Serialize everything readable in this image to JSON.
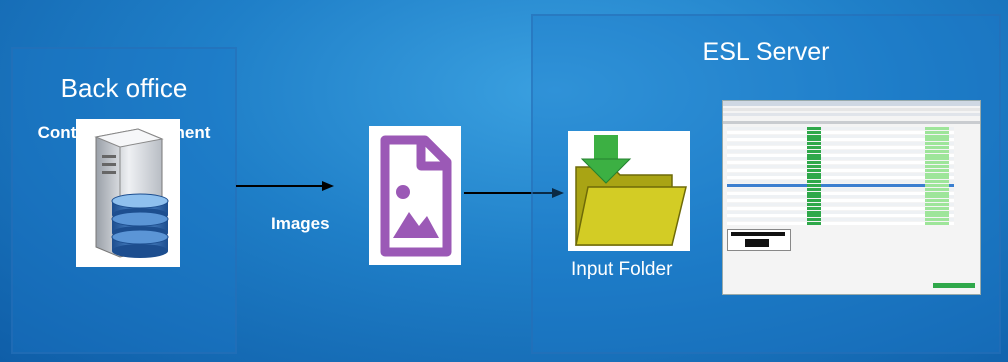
{
  "back_office": {
    "title": "Back office",
    "subtitle": "Content Management"
  },
  "connector_label": "Images",
  "input_folder": {
    "label": "Input Folder"
  },
  "esl_server": {
    "title": "ESL Server"
  },
  "colors": {
    "background": "#1f7fc8",
    "image_icon": "#9b59b6",
    "folder": "#c8c21a",
    "download_arrow": "#3cb043",
    "server_blue": "#3a6fb0"
  },
  "icons": [
    "server-database-icon",
    "image-file-icon",
    "folder-download-icon",
    "arrow-right-icon"
  ]
}
